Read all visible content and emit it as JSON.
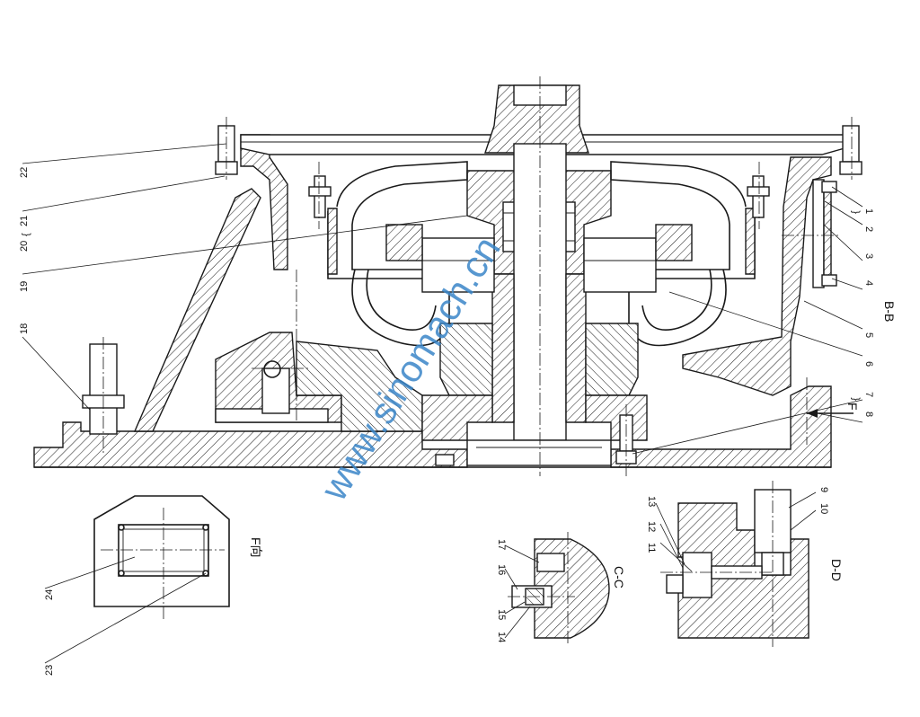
{
  "part_labels": [
    "1",
    "2",
    "3",
    "4",
    "5",
    "6",
    "7",
    "8",
    "9",
    "10",
    "11",
    "12",
    "13",
    "14",
    "15",
    "16",
    "17",
    "18",
    "19",
    "20",
    "21",
    "22",
    "23",
    "24"
  ],
  "brace_20_21": "{",
  "brace_1_2": "{",
  "brace_7_8": "{",
  "section_labels": {
    "bb": "B-B",
    "cc": "C-C",
    "dd": "D-D",
    "view_f": "F向",
    "arrow_f": "F"
  },
  "watermark": "www.sinomach.cn",
  "colors": {
    "line": "#1a1a1a",
    "watermark": "#3a86c8",
    "background": "#ffffff"
  }
}
